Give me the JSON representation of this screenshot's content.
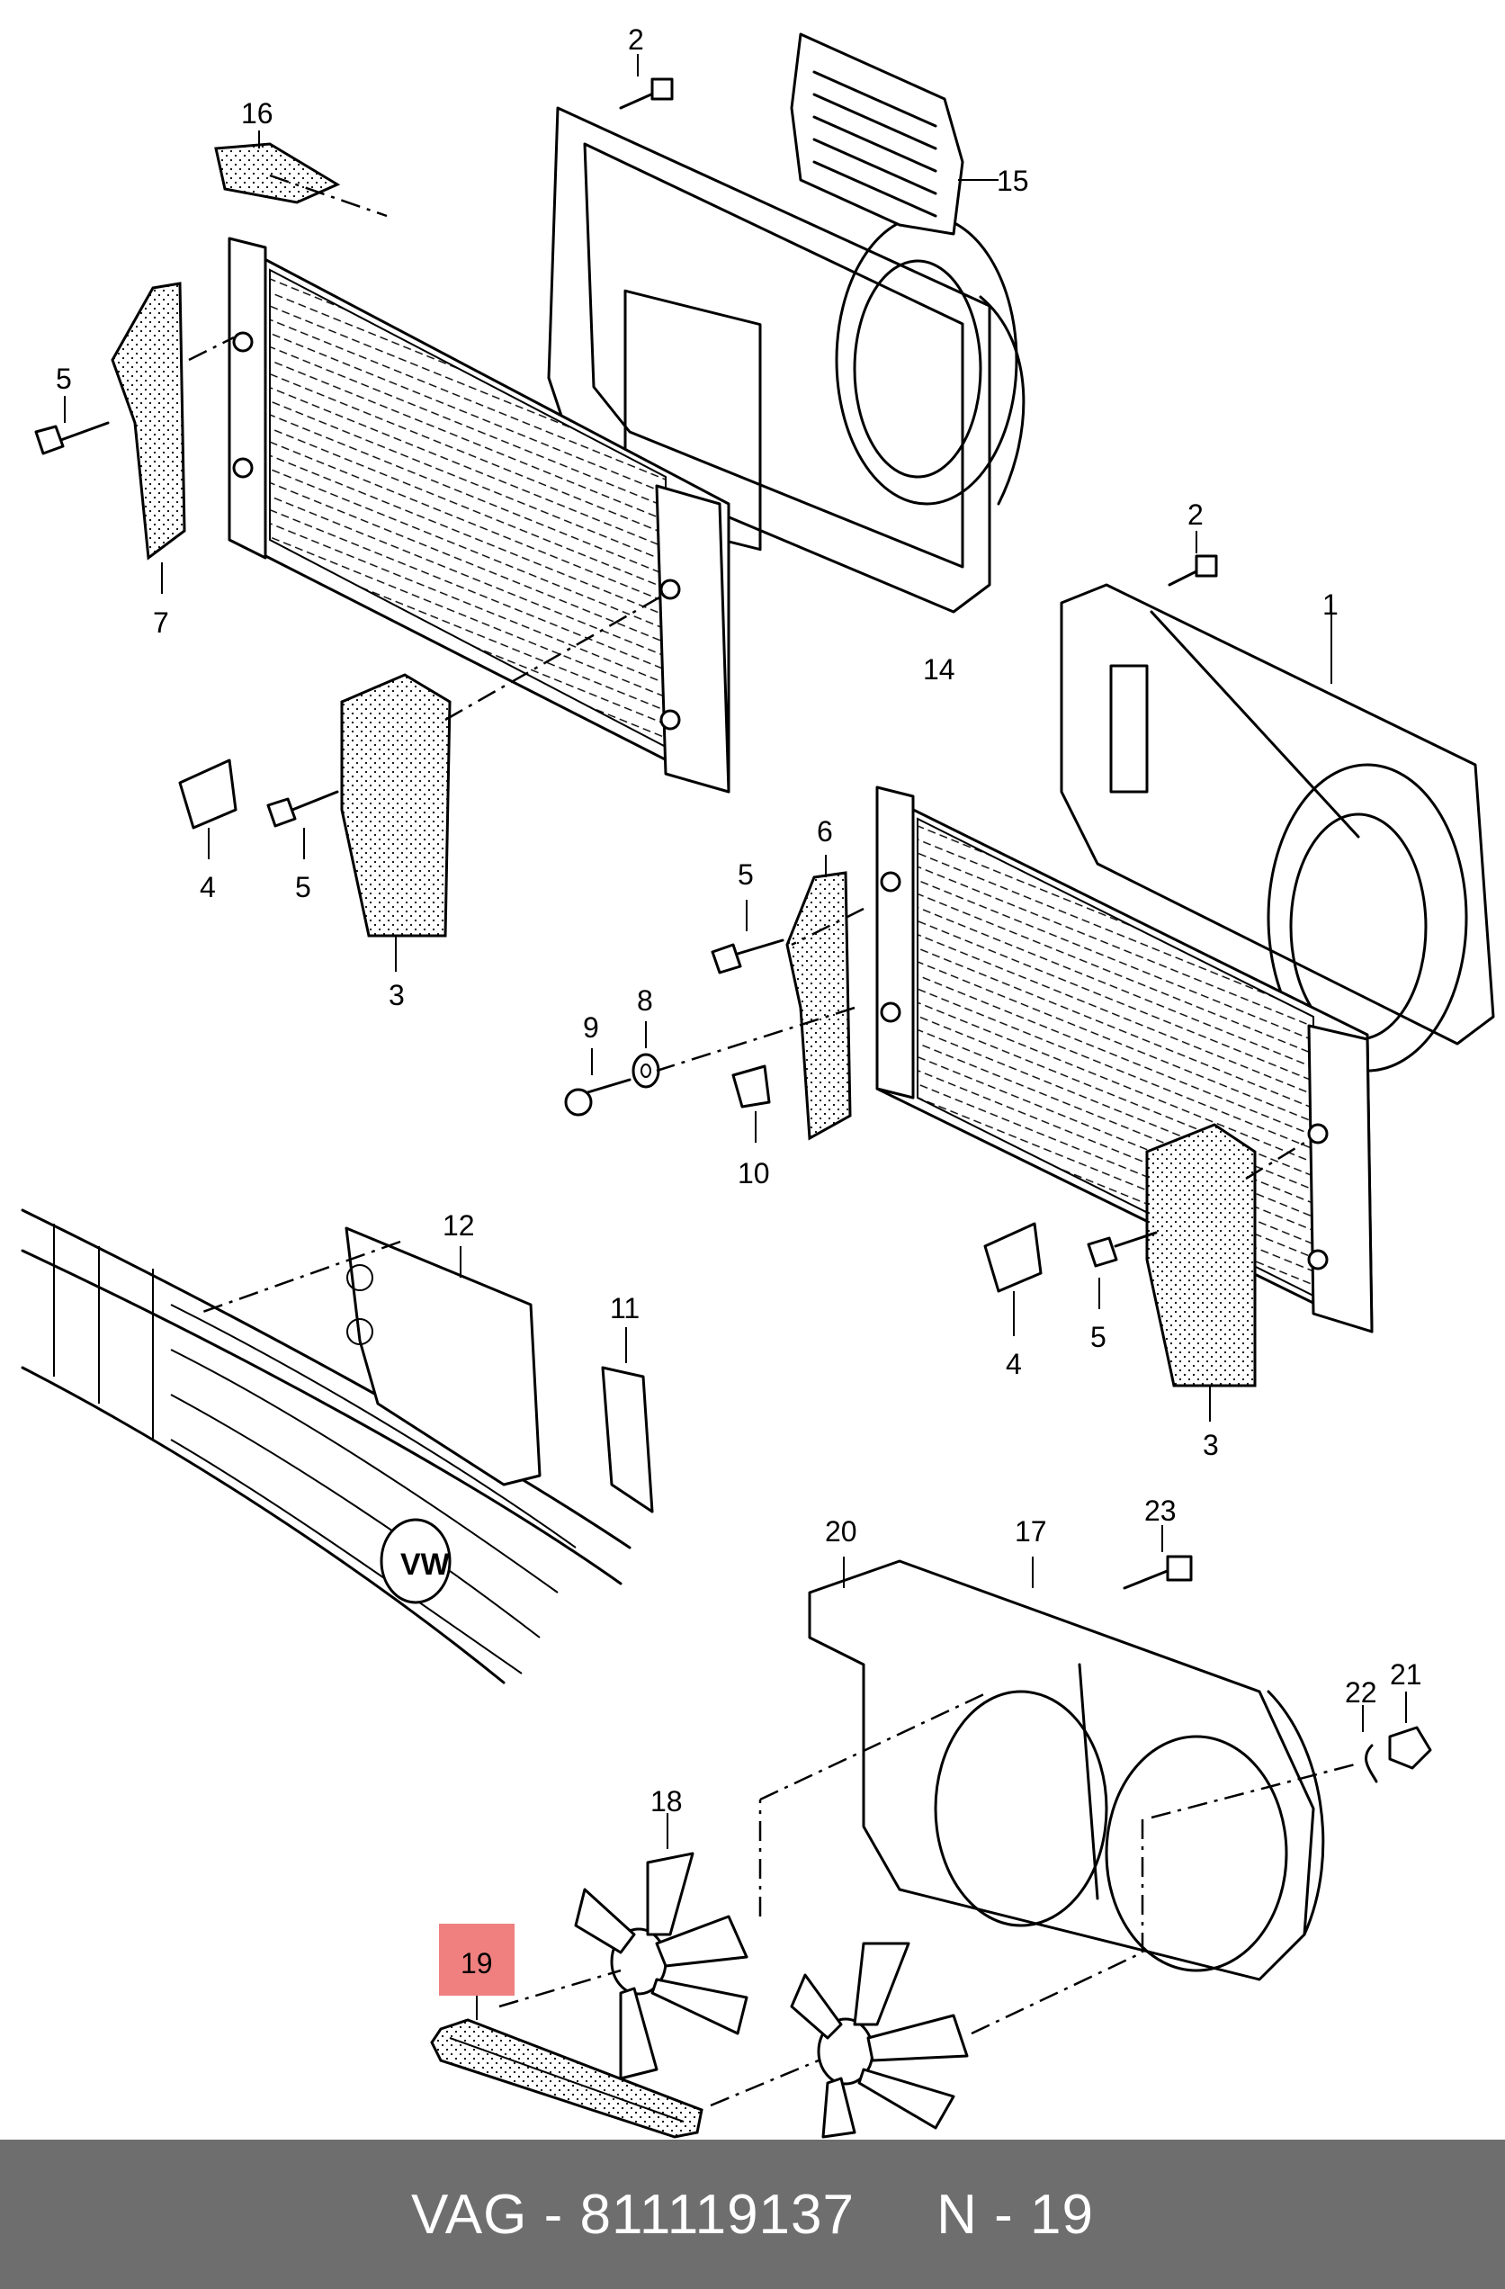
{
  "footer": {
    "brand": "VAG",
    "part_number": "811119137",
    "ref": "N - 19",
    "separator": " - "
  },
  "highlight": {
    "label": "19",
    "color": "#f08080"
  },
  "labels": [
    {
      "id": "l1",
      "text": "1"
    },
    {
      "id": "l2a",
      "text": "2"
    },
    {
      "id": "l2b",
      "text": "2"
    },
    {
      "id": "l3a",
      "text": "3"
    },
    {
      "id": "l3b",
      "text": "3"
    },
    {
      "id": "l4a",
      "text": "4"
    },
    {
      "id": "l4b",
      "text": "4"
    },
    {
      "id": "l5a",
      "text": "5"
    },
    {
      "id": "l5b",
      "text": "5"
    },
    {
      "id": "l5c",
      "text": "5"
    },
    {
      "id": "l5d",
      "text": "5"
    },
    {
      "id": "l6",
      "text": "6"
    },
    {
      "id": "l7",
      "text": "7"
    },
    {
      "id": "l8",
      "text": "8"
    },
    {
      "id": "l9",
      "text": "9"
    },
    {
      "id": "l10",
      "text": "10"
    },
    {
      "id": "l11",
      "text": "11"
    },
    {
      "id": "l12",
      "text": "12"
    },
    {
      "id": "l14",
      "text": "14"
    },
    {
      "id": "l15",
      "text": "15"
    },
    {
      "id": "l16",
      "text": "16"
    },
    {
      "id": "l17",
      "text": "17"
    },
    {
      "id": "l18",
      "text": "18"
    },
    {
      "id": "l20",
      "text": "20"
    },
    {
      "id": "l21",
      "text": "21"
    },
    {
      "id": "l22",
      "text": "22"
    },
    {
      "id": "l23",
      "text": "23"
    }
  ]
}
